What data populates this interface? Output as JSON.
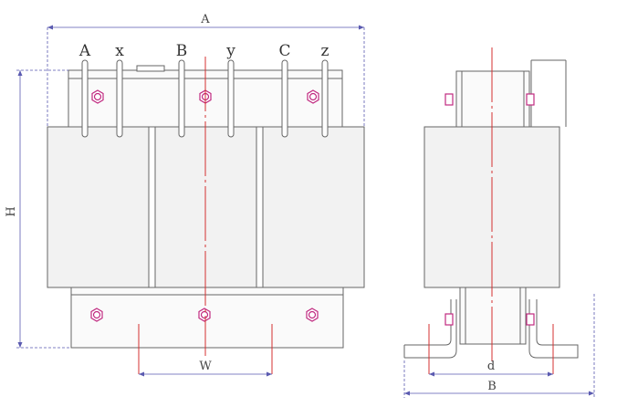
{
  "front_view": {
    "terminals": [
      "A",
      "x",
      "B",
      "y",
      "C",
      "z"
    ],
    "dimensions": {
      "width_overall": "A",
      "height": "H",
      "mount_spacing": "W"
    }
  },
  "side_view": {
    "dimensions": {
      "mount_spacing": "d",
      "base_width": "B"
    }
  },
  "colors": {
    "line": "#666666",
    "centerline": "#d43030",
    "dimension": "#5a5ab0",
    "coil_fill": "#f2f2f2",
    "bolt": "#c02a80"
  }
}
